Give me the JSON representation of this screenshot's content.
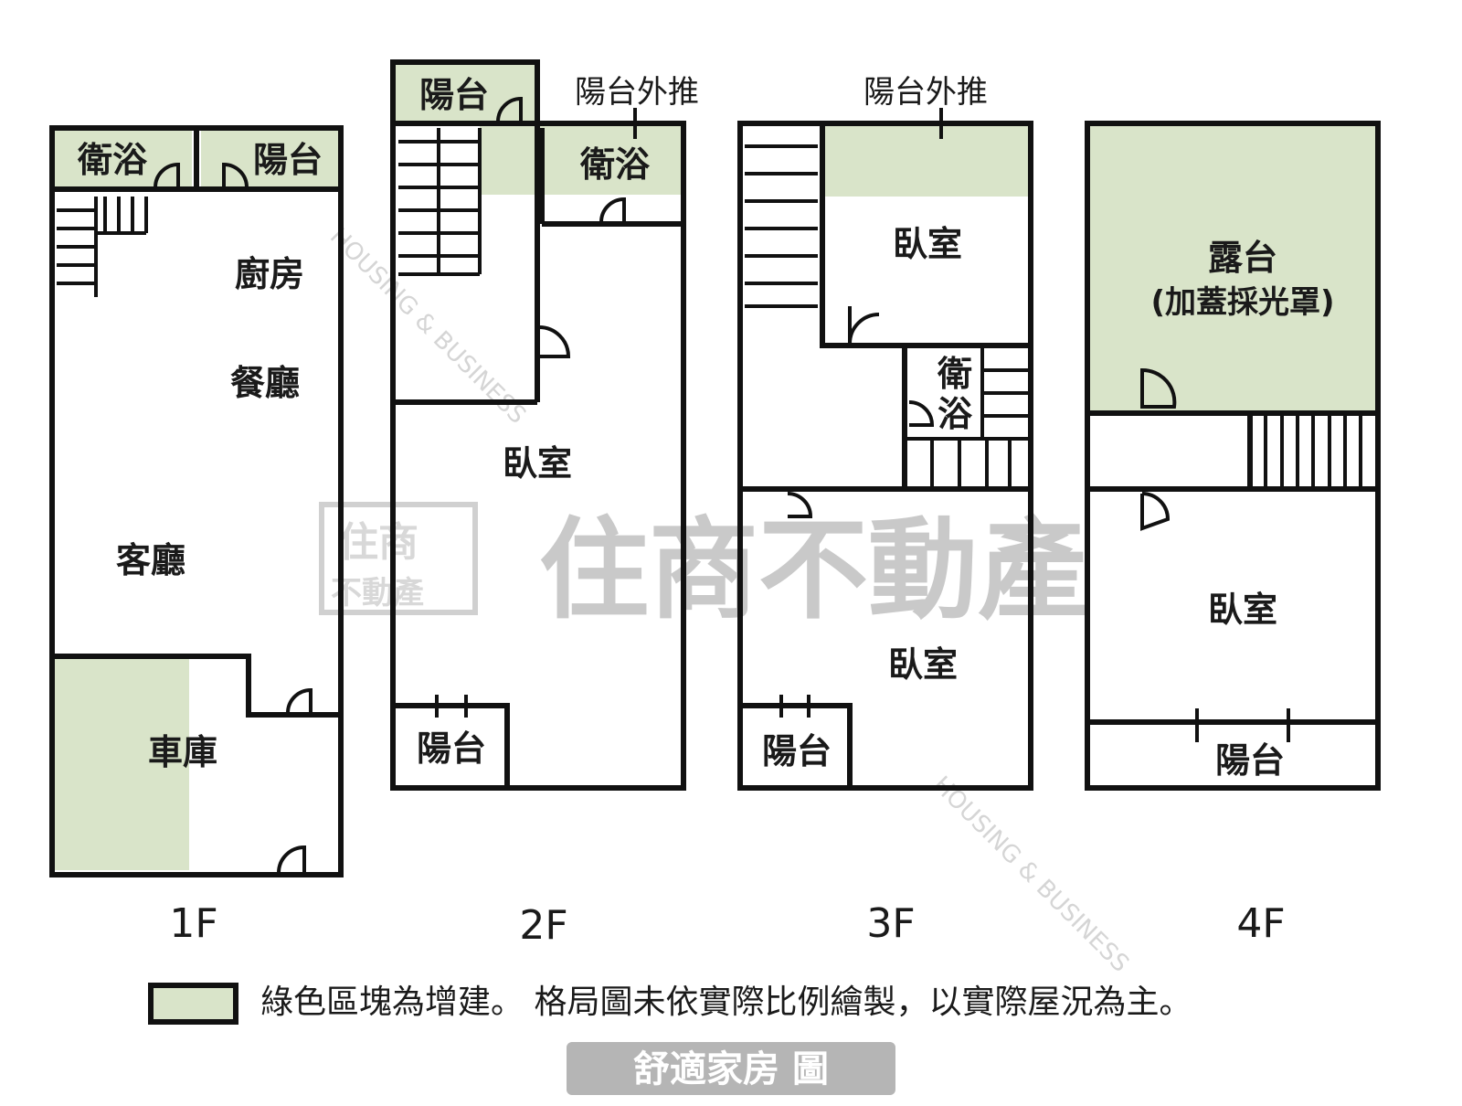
{
  "watermark": {
    "main": "住商不動產",
    "logo_top": "住商",
    "logo_bottom": "不動產",
    "en": "HOUSING & BUSINESS"
  },
  "overlay_title": "舒適家房   圖",
  "floors": [
    {
      "label": "1F",
      "rooms": [
        "衛浴",
        "陽台",
        "廚房",
        "餐廳",
        "客廳",
        "車庫"
      ]
    },
    {
      "label": "2F",
      "rooms": [
        "陽台",
        "衛浴",
        "臥室",
        "陽台"
      ],
      "note": "陽台外推"
    },
    {
      "label": "3F",
      "rooms": [
        "臥室",
        "衛",
        "浴",
        "臥室",
        "陽台"
      ],
      "note": "陽台外推"
    },
    {
      "label": "4F",
      "rooms": [
        "露台",
        "(加蓋採光罩)",
        "臥室",
        "陽台"
      ]
    }
  ],
  "legend": {
    "text": "綠色區塊為增建。 格局圖未依實際比例繪製，以實際屋況為主。",
    "color": "#d9e4c9"
  }
}
